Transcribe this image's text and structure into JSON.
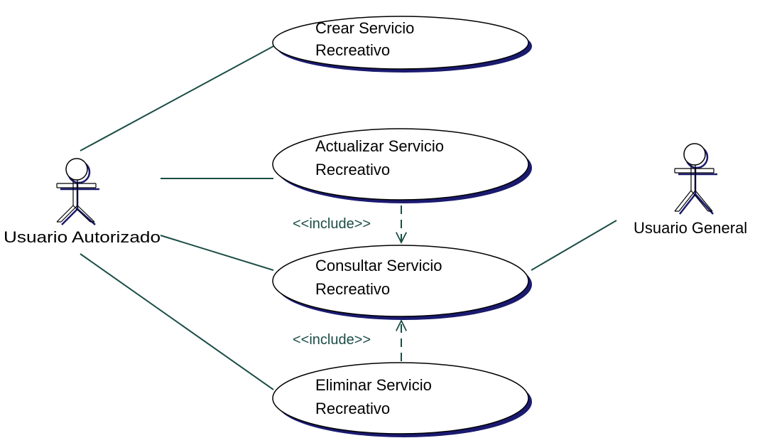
{
  "actors": [
    {
      "id": "usuario-autorizado",
      "label": "Usuario Autorizado"
    },
    {
      "id": "usuario-general",
      "label": "Usuario General"
    }
  ],
  "use_cases": [
    {
      "id": "crear",
      "line1": "Crear Servicio",
      "line2": "Recreativo"
    },
    {
      "id": "actualizar",
      "line1": "Actualizar Servicio",
      "line2": "Recreativo"
    },
    {
      "id": "consultar",
      "line1": "Consultar Servicio",
      "line2": "Recreativo"
    },
    {
      "id": "eliminar",
      "line1": "Eliminar Servicio",
      "line2": "Recreativo"
    }
  ],
  "relations": [
    {
      "from": "usuario-autorizado",
      "to": "crear",
      "type": "association"
    },
    {
      "from": "usuario-autorizado",
      "to": "actualizar",
      "type": "association"
    },
    {
      "from": "usuario-autorizado",
      "to": "consultar",
      "type": "association"
    },
    {
      "from": "usuario-autorizado",
      "to": "eliminar",
      "type": "association"
    },
    {
      "from": "usuario-general",
      "to": "consultar",
      "type": "association"
    },
    {
      "from": "actualizar",
      "to": "consultar",
      "type": "include",
      "label": "<<include>>"
    },
    {
      "from": "eliminar",
      "to": "consultar",
      "type": "include",
      "label": "<<include>>"
    }
  ],
  "colors": {
    "line": "#1a4d45",
    "shadow": "#1a1a70",
    "ellipse_fill": "#ffffff",
    "ellipse_stroke": "#000000"
  }
}
